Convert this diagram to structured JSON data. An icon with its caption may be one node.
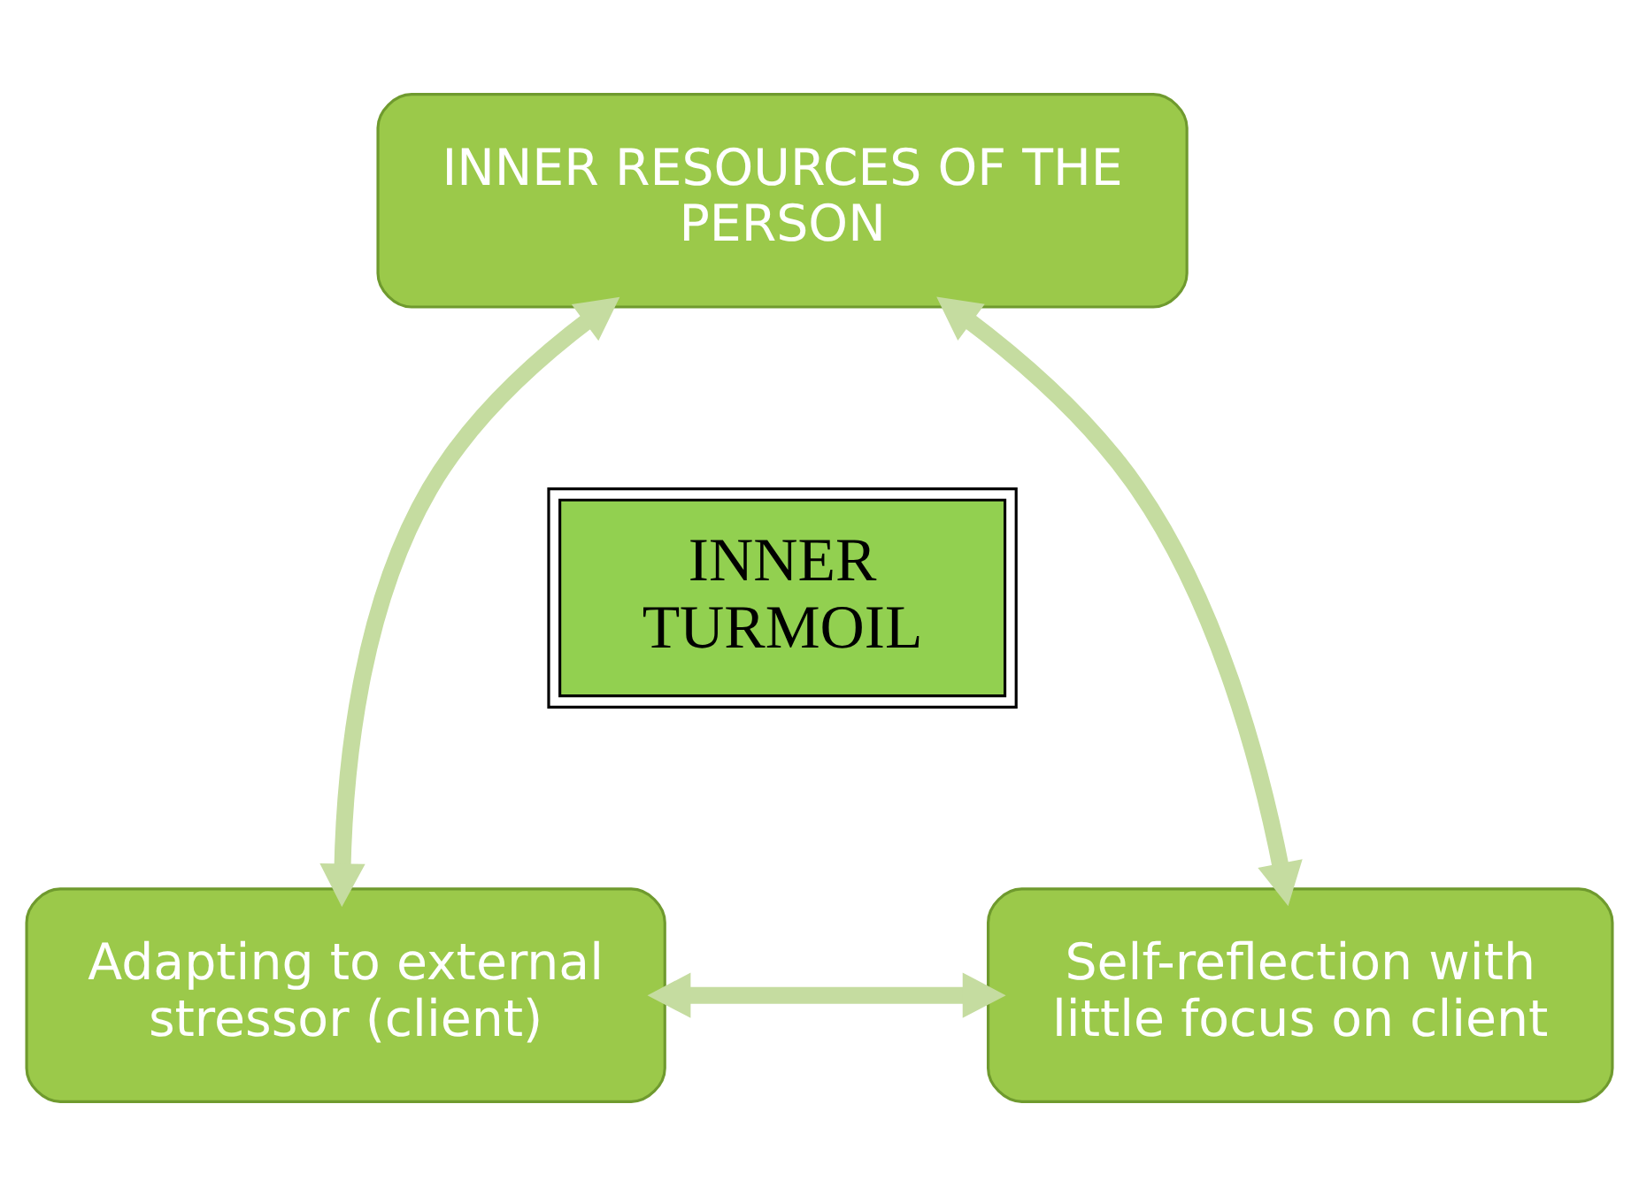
{
  "diagram": {
    "nodes": [
      {
        "text": [
          "INNER RESOURCES OF THE PERSON"
        ]
      },
      {
        "text": [
          "INNER TURMOIL"
        ]
      },
      {
        "text": [
          "Adapting to external stressor (client)"
        ]
      },
      {
        "text": [
          "Self-reflection with little focus on client"
        ]
      }
    ],
    "edges": [
      {
        "from": 2,
        "to": 0,
        "arrow": "both"
      },
      {
        "from": 0,
        "to": 3,
        "arrow": "both"
      },
      {
        "from": 2,
        "to": 3,
        "arrow": "both"
      }
    ]
  }
}
